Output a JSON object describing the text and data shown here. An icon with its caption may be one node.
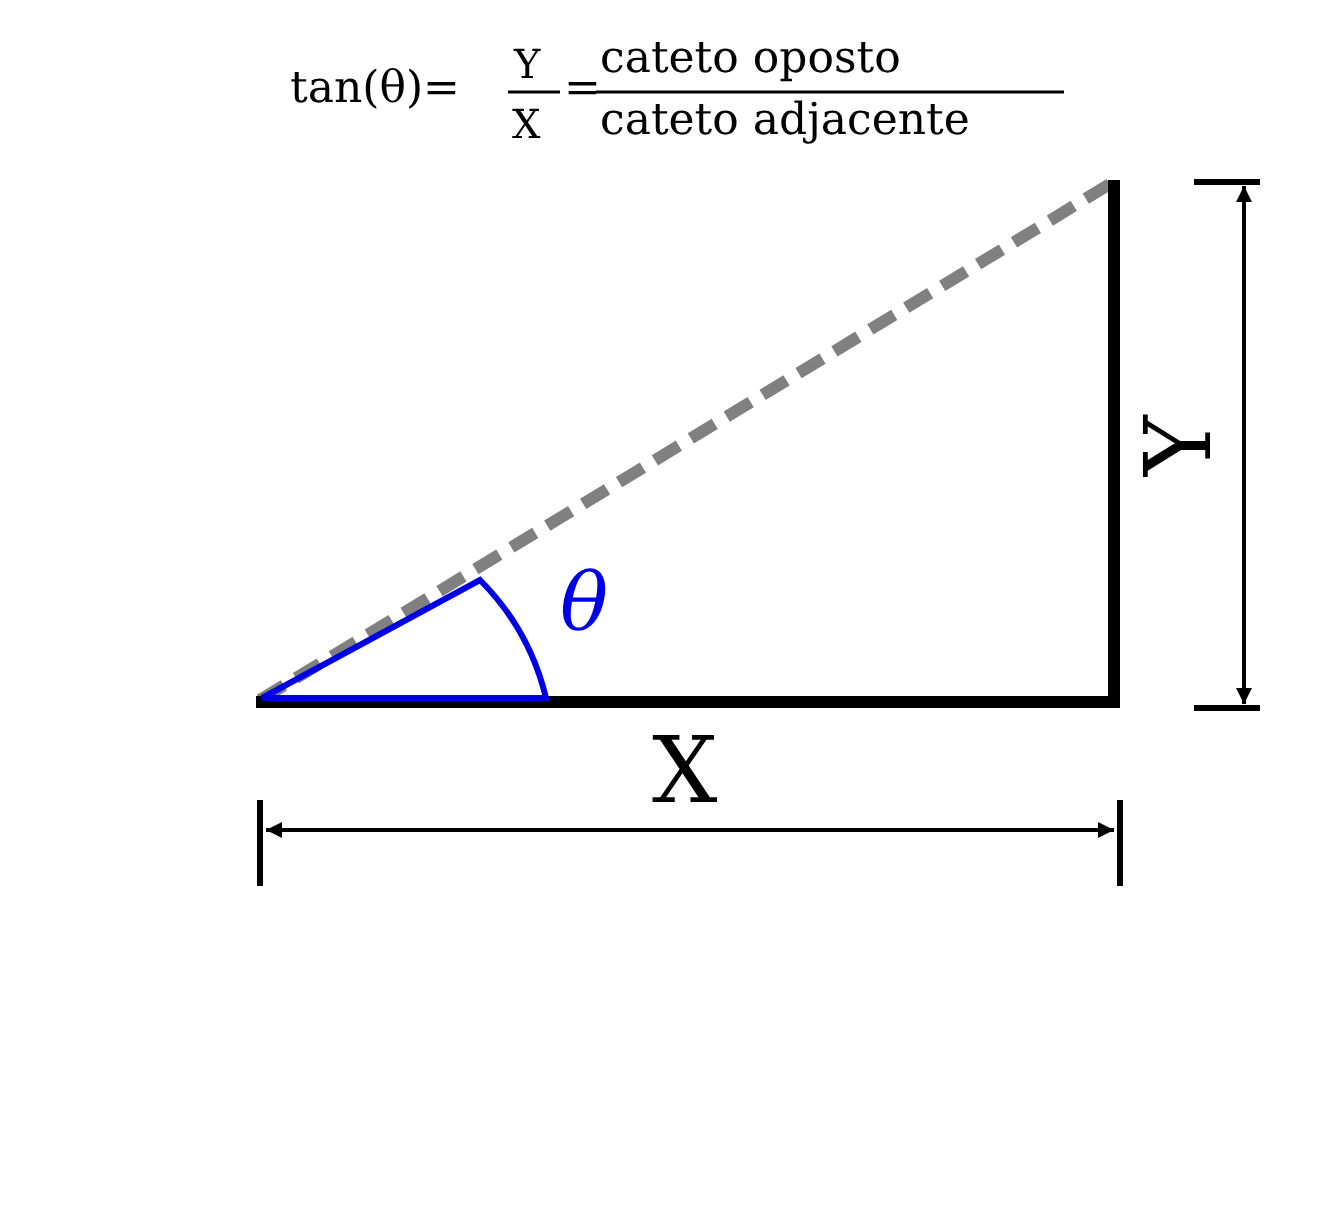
{
  "diagram": {
    "labels": [
      "tan(θ)=",
      "Y",
      "X",
      "=",
      "cateto oposto",
      "cateto adjacente",
      "θ",
      "X",
      "Y"
    ]
  }
}
